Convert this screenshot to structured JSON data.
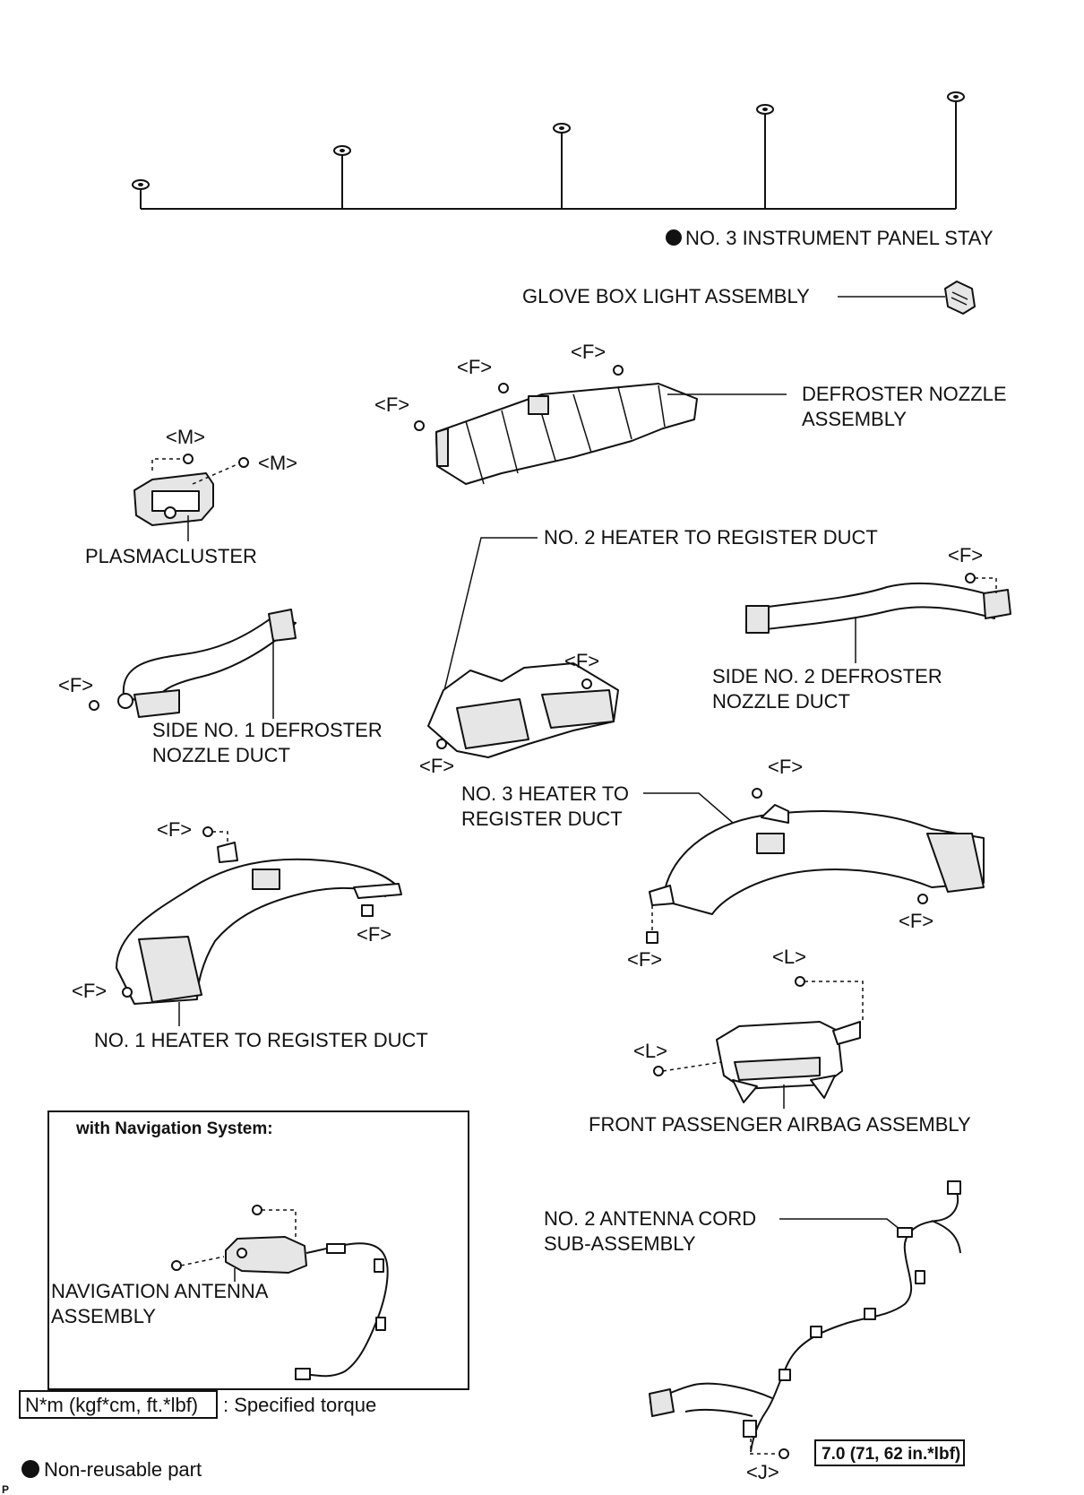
{
  "labels": {
    "stay": "NO. 3 INSTRUMENT PANEL STAY",
    "glove_light": "GLOVE BOX LIGHT ASSEMBLY",
    "defroster_1": "DEFROSTER NOZZLE",
    "defroster_2": "ASSEMBLY",
    "plasmacluster": "PLASMACLUSTER",
    "no2_heater": "NO. 2 HEATER TO REGISTER DUCT",
    "side2_1": "SIDE NO. 2 DEFROSTER",
    "side2_2": "NOZZLE DUCT",
    "side1_1": "SIDE NO. 1 DEFROSTER",
    "side1_2": "NOZZLE DUCT",
    "no3_heater_1": "NO. 3 HEATER TO",
    "no3_heater_2": "REGISTER DUCT",
    "no1_heater": "NO. 1 HEATER TO REGISTER DUCT",
    "airbag": "FRONT PASSENGER AIRBAG ASSEMBLY",
    "nav_box_title": "with Navigation System:",
    "nav_antenna_1": "NAVIGATION ANTENNA",
    "nav_antenna_2": "ASSEMBLY",
    "antenna_cord_1": "NO. 2 ANTENNA CORD",
    "antenna_cord_2": "SUB-ASSEMBLY",
    "torque_value": "7.0 (71, 62 in.*lbf)"
  },
  "fastener_codes": {
    "f": "<F>",
    "m": "<M>",
    "l": "<L>",
    "j": "<J>"
  },
  "legend": {
    "torque_box": "N*m (kgf*cm, ft.*lbf)",
    "torque_text": ": Specified torque",
    "nonreusable": "Non-reusable part"
  },
  "corner_mark": "P"
}
